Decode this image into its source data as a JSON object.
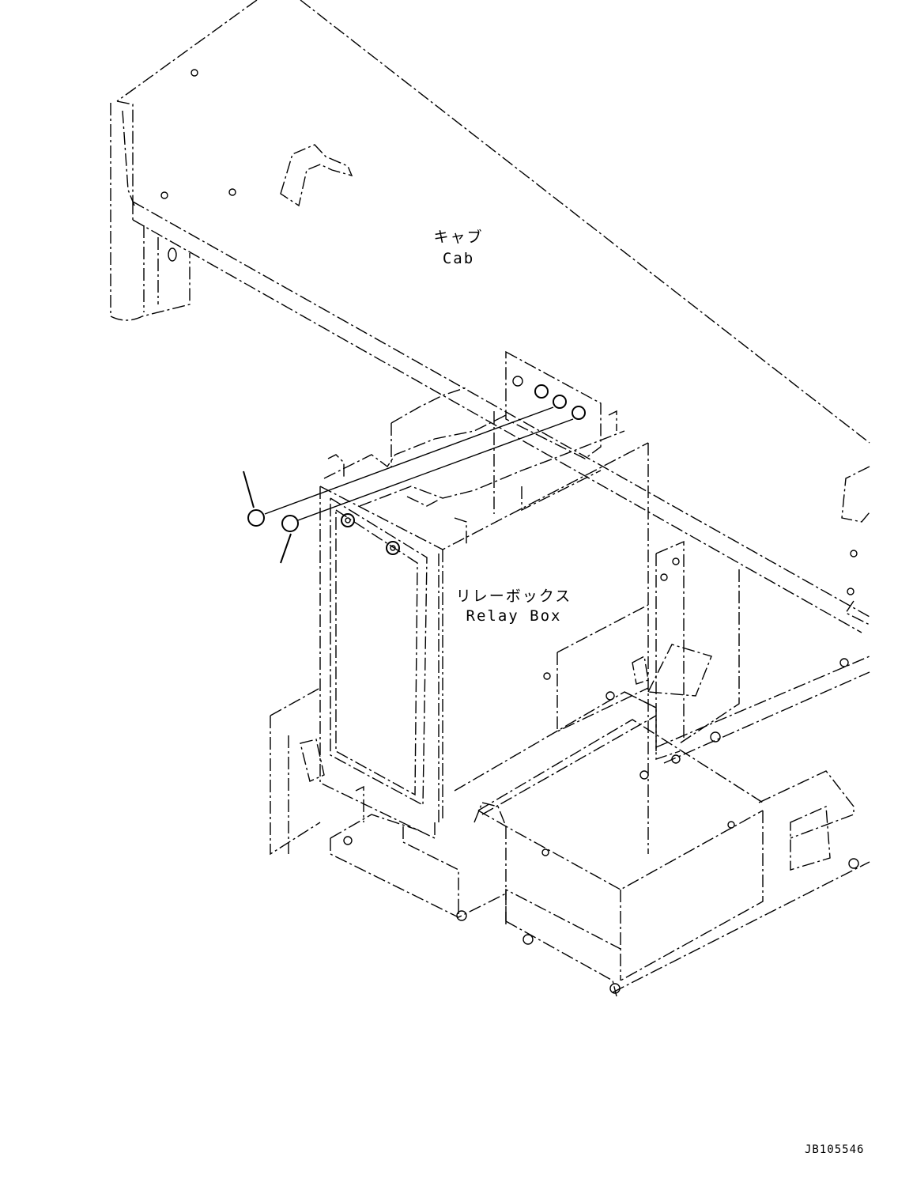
{
  "labels": {
    "cab_jp": "キャブ",
    "cab_en": "Cab",
    "relay_jp": "リレーボックス",
    "relay_en": "Relay Box"
  },
  "drawing_code": "JB105546"
}
